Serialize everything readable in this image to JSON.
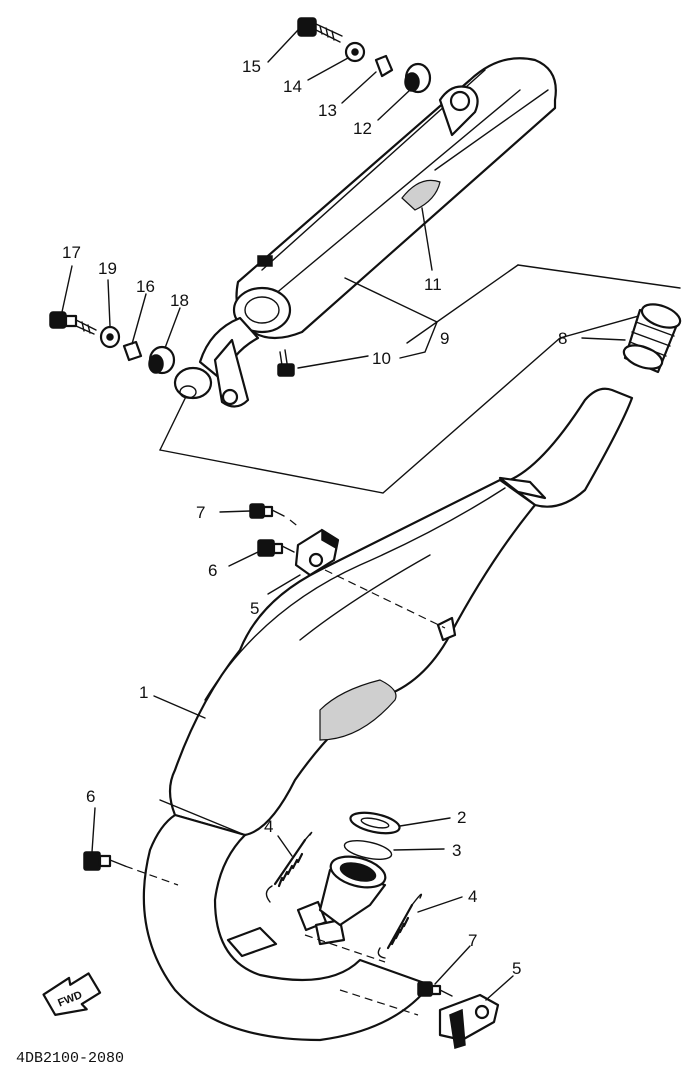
{
  "diagram": {
    "drawing_code": "4DB2100-2080",
    "direction_marker": "FWD",
    "callouts": [
      {
        "id": "c1",
        "label": "1"
      },
      {
        "id": "c2",
        "label": "2"
      },
      {
        "id": "c3",
        "label": "3"
      },
      {
        "id": "c4a",
        "label": "4"
      },
      {
        "id": "c4b",
        "label": "4"
      },
      {
        "id": "c5a",
        "label": "5"
      },
      {
        "id": "c5b",
        "label": "5"
      },
      {
        "id": "c6a",
        "label": "6"
      },
      {
        "id": "c6b",
        "label": "6"
      },
      {
        "id": "c7a",
        "label": "7"
      },
      {
        "id": "c7b",
        "label": "7"
      },
      {
        "id": "c8",
        "label": "8"
      },
      {
        "id": "c9",
        "label": "9"
      },
      {
        "id": "c10",
        "label": "10"
      },
      {
        "id": "c11",
        "label": "11"
      },
      {
        "id": "c12",
        "label": "12"
      },
      {
        "id": "c13",
        "label": "13"
      },
      {
        "id": "c14",
        "label": "14"
      },
      {
        "id": "c15",
        "label": "15"
      },
      {
        "id": "c16",
        "label": "16"
      },
      {
        "id": "c17",
        "label": "17"
      },
      {
        "id": "c18",
        "label": "18"
      },
      {
        "id": "c19",
        "label": "19"
      }
    ]
  }
}
